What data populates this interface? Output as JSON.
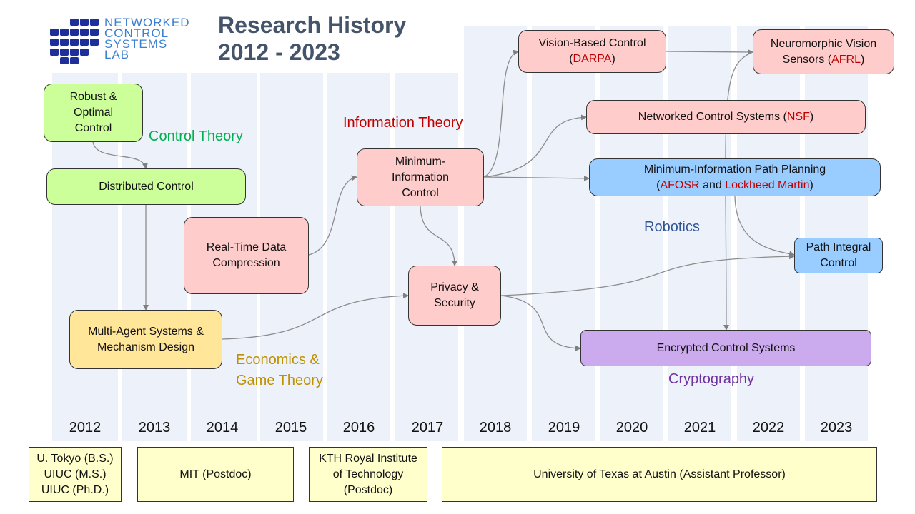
{
  "logo": {
    "line1": "NETWORKED",
    "line2": "CONTROL",
    "line3": "SYSTEMS",
    "line4": "LAB"
  },
  "title": {
    "line1": "Research History",
    "line2": "2012 - 2023"
  },
  "years": [
    "2012",
    "2013",
    "2014",
    "2015",
    "2016",
    "2017",
    "2018",
    "2019",
    "2020",
    "2021",
    "2022",
    "2023"
  ],
  "areas": {
    "control": "Control Theory",
    "information": "Information Theory",
    "robotics": "Robotics",
    "economics_1": "Economics &",
    "economics_2": "Game Theory",
    "cryptography": "Cryptography"
  },
  "topics": {
    "robust_1": "Robust &",
    "robust_2": "Optimal",
    "robust_3": "Control",
    "distributed": "Distributed Control",
    "realtime_1": "Real-Time Data",
    "realtime_2": "Compression",
    "mas_1": "Multi-Agent Systems &",
    "mas_2": "Mechanism Design",
    "mininfo_1": "Minimum-",
    "mininfo_2": "Information",
    "mininfo_3": "Control",
    "privacy_1": "Privacy &",
    "privacy_2": "Security",
    "vision_1": "Vision-Based Control",
    "vision_sponsor": "DARPA",
    "neuro_1": "Neuromorphic  Vision",
    "neuro_2": "Sensors (",
    "neuro_sponsor": "AFRL",
    "ncs": "Networked Control Systems (",
    "ncs_sponsor": "NSF",
    "mipp_1": "Minimum-Information Path Planning",
    "mipp_sponsor1": "AFOSR",
    "mipp_and": "and",
    "mipp_sponsor2": "Lockheed Martin",
    "pic_1": "Path Integral",
    "pic_2": "Control",
    "ecs": "Encrypted Control Systems"
  },
  "institutions": {
    "tokyo_1": "U. Tokyo (B.S.)",
    "tokyo_2": "UIUC (M.S.)",
    "tokyo_3": "UIUC (Ph.D.)",
    "mit": "MIT (Postdoc)",
    "kth_1": "KTH Royal Institute",
    "kth_2": "of Technology",
    "kth_3": "(Postdoc)",
    "ut": "University of Texas at Austin (Assistant Professor)"
  },
  "colors": {
    "control": "#00b050",
    "information": "#c00000",
    "robotics": "#2f5597",
    "economics": "#bf9000",
    "cryptography": "#7030a0",
    "sponsor": "#c00000",
    "title": "#44546a",
    "logo": "#1f2f9a"
  }
}
